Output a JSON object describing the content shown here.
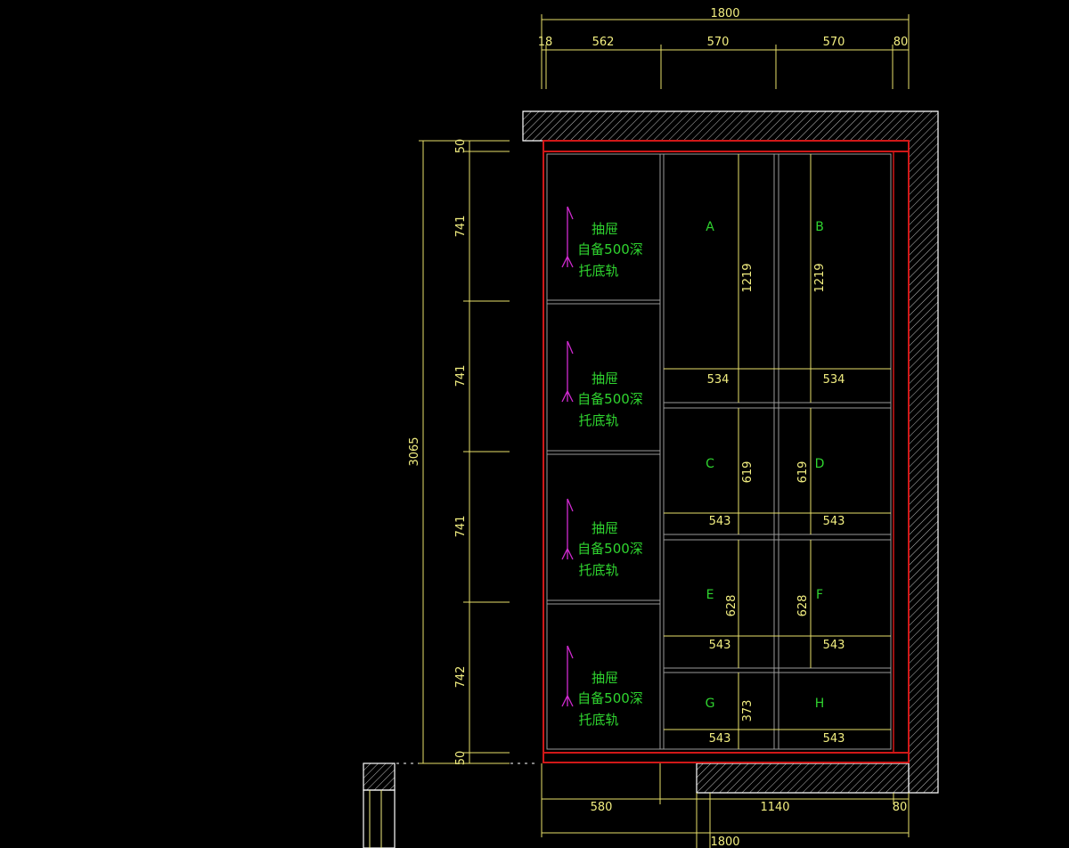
{
  "colors": {
    "background": "#000000",
    "dimension": "#e8e06a",
    "dimension_text": "#f2ee80",
    "wall_outline": "#ffffff",
    "cabinet_outline": "#d01818",
    "panel": "#9a9a9a",
    "label": "#2fd42f",
    "arrow": "#d02ad0"
  },
  "top_dims": {
    "total": "1800",
    "parts": [
      "18",
      "562",
      "570",
      "570",
      "80"
    ]
  },
  "left_dims": {
    "total": "3065",
    "parts": [
      "50",
      "741",
      "741",
      "741",
      "742",
      "50"
    ]
  },
  "bottom_dims": {
    "parts": [
      "580",
      "1140",
      "80"
    ],
    "total": "1800"
  },
  "drawer_note": {
    "line1": "抽屉",
    "line2": "自备500深",
    "line3": "托底轨"
  },
  "compartments": [
    "A",
    "B",
    "C",
    "D",
    "E",
    "F",
    "G",
    "H"
  ],
  "inner_dims": {
    "ab_height": "1219",
    "ab_widths": [
      "534",
      "534"
    ],
    "cd_height": "619",
    "cd_widths": [
      "543",
      "543"
    ],
    "ef_height": "628",
    "ef_widths": [
      "543",
      "543"
    ],
    "gh_height": "373",
    "gh_widths": [
      "543",
      "543"
    ]
  }
}
